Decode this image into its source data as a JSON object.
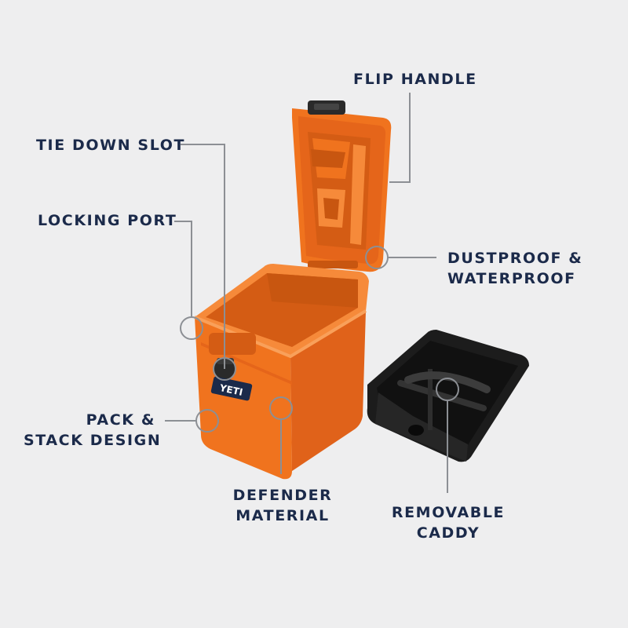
{
  "brand": {
    "logo_text": "YETI"
  },
  "colors": {
    "background": "#eeeeef",
    "label_text": "#1b2a4a",
    "callout_line": "#8c8f94",
    "box_orange": "#f0731e",
    "box_orange_dark": "#c85610",
    "box_orange_light": "#f68a3a",
    "caddy_black": "#1c1c1c"
  },
  "callouts": {
    "flip_handle": {
      "lines": [
        "FLIP HANDLE"
      ]
    },
    "tie_down_slot": {
      "lines": [
        "TIE DOWN SLOT"
      ]
    },
    "locking_port": {
      "lines": [
        "LOCKING PORT"
      ]
    },
    "dustproof": {
      "lines": [
        "DUSTPROOF &",
        "WATERPROOF"
      ]
    },
    "pack_stack": {
      "lines": [
        "PACK &",
        "STACK DESIGN"
      ]
    },
    "defender": {
      "lines": [
        "DEFENDER",
        "MATERIAL"
      ]
    },
    "caddy": {
      "lines": [
        "REMOVABLE",
        "CADDY"
      ]
    }
  }
}
